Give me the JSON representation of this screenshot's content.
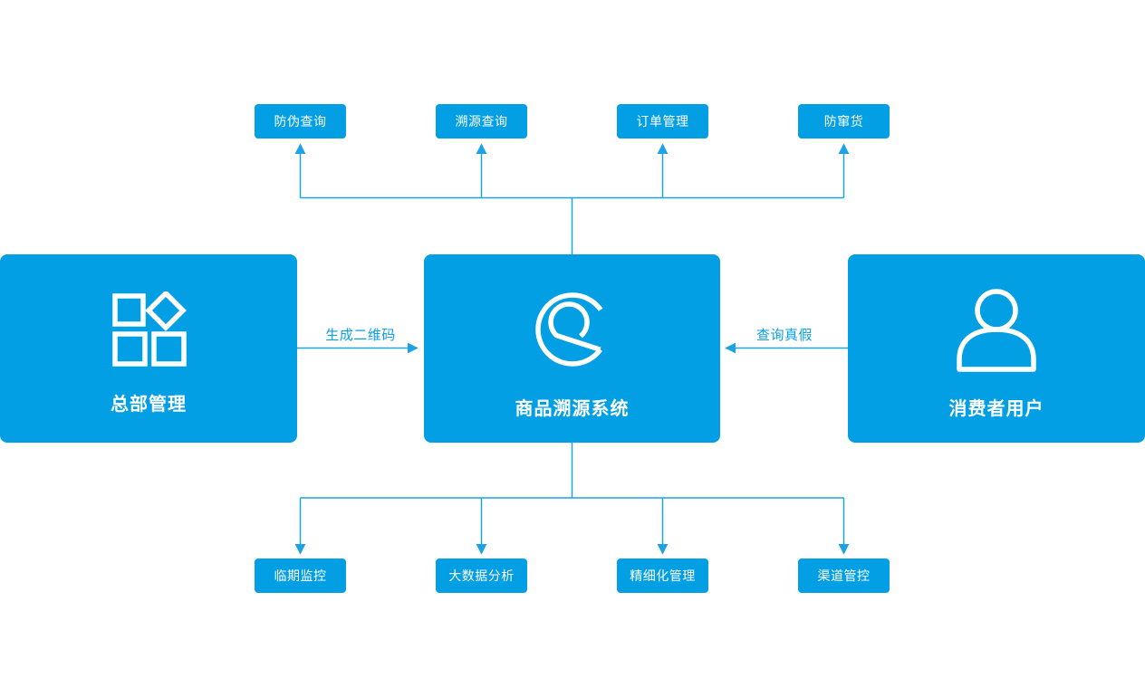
{
  "colors": {
    "node_fill": "#029fe4",
    "node_text": "#ffffff",
    "line": "#1fa2e4",
    "edge_label_text": "#0a9fe2",
    "background": "#ffffff"
  },
  "nodes": {
    "headquarters": {
      "label": "总部管理",
      "icon": "grid-icon"
    },
    "trace_system": {
      "label": "商品溯源系统",
      "icon": "trace-magnifier-icon"
    },
    "consumer": {
      "label": "消费者用户",
      "icon": "user-icon"
    }
  },
  "top_features": [
    "防伪查询",
    "溯源查询",
    "订单管理",
    "防窜货"
  ],
  "bottom_features": [
    "临期监控",
    "大数据分析",
    "精细化管理",
    "渠道管控"
  ],
  "edges": {
    "generate_qr": "生成二维码",
    "query_auth": "查询真假"
  }
}
